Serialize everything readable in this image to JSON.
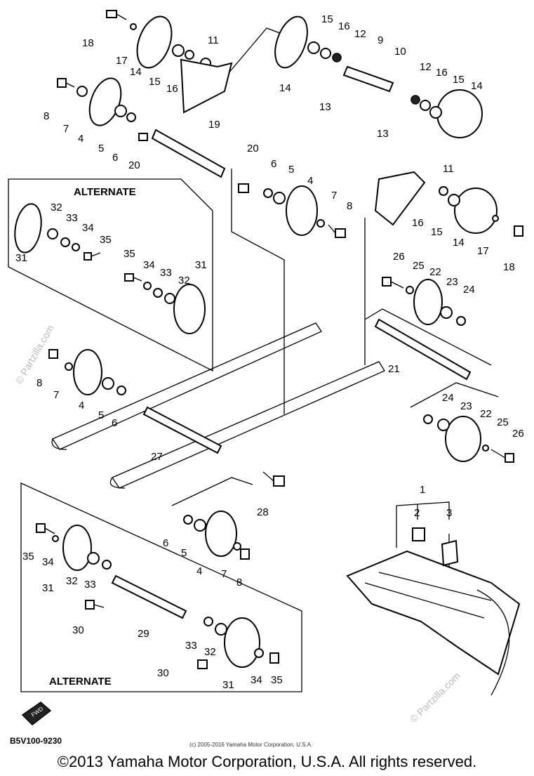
{
  "labels": {
    "l18a": "18",
    "l17a": "17",
    "l14a": "14",
    "l15a": "15",
    "l16a": "16",
    "l11a": "11",
    "l14b": "14",
    "l15b": "15",
    "l16b": "16",
    "l12a": "12",
    "l9": "9",
    "l10": "10",
    "l13a": "13",
    "l13b": "13",
    "l12b": "12",
    "l16c": "16",
    "l15c": "15",
    "l14c": "14",
    "l8a": "8",
    "l7a": "7",
    "l4a": "4",
    "l5a": "5",
    "l6a": "6",
    "l19": "19",
    "l20a": "20",
    "l20b": "20",
    "l6b": "6",
    "l5b": "5",
    "l4b": "4",
    "l7b": "7",
    "l8b": "8",
    "l11b": "11",
    "l16d": "16",
    "l15d": "15",
    "l14d": "14",
    "l17b": "17",
    "l18b": "18",
    "l32a": "32",
    "l33a": "33",
    "l34a": "34",
    "l35a": "35",
    "l31a": "31",
    "l35b": "35",
    "l34b": "34",
    "l33b": "33",
    "l32b": "32",
    "l31b": "31",
    "l26a": "26",
    "l25a": "25",
    "l22a": "22",
    "l23a": "23",
    "l24a": "24",
    "l21": "21",
    "l8c": "8",
    "l7c": "7",
    "l4c": "4",
    "l5c": "5",
    "l6c": "6",
    "l27": "27",
    "l24b": "24",
    "l23b": "23",
    "l22b": "22",
    "l25b": "25",
    "l26b": "26",
    "l28": "28",
    "l1": "1",
    "l2": "2",
    "l3": "3",
    "l35c": "35",
    "l34c": "34",
    "l31c": "31",
    "l32c": "32",
    "l33c": "33",
    "l30a": "30",
    "l29": "29",
    "l6d": "6",
    "l5d": "5",
    "l4d": "4",
    "l7d": "7",
    "l8d": "8",
    "l33d": "33",
    "l32d": "32",
    "l31d": "31",
    "l30b": "30",
    "l34d": "34",
    "l35d": "35"
  },
  "headings": {
    "alternate_top": "ALTERNATE",
    "alternate_bottom": "ALTERNATE"
  },
  "fwd_mark": "FWD",
  "watermark": "© Partzilla.com",
  "diagram_code": "B5V100-9230",
  "small_copyright": "(c) 2005-2016 Yamaha Motor Corporation, U.S.A.",
  "copyright": "©2013 Yamaha Motor Corporation, U.S.A. All rights reserved."
}
